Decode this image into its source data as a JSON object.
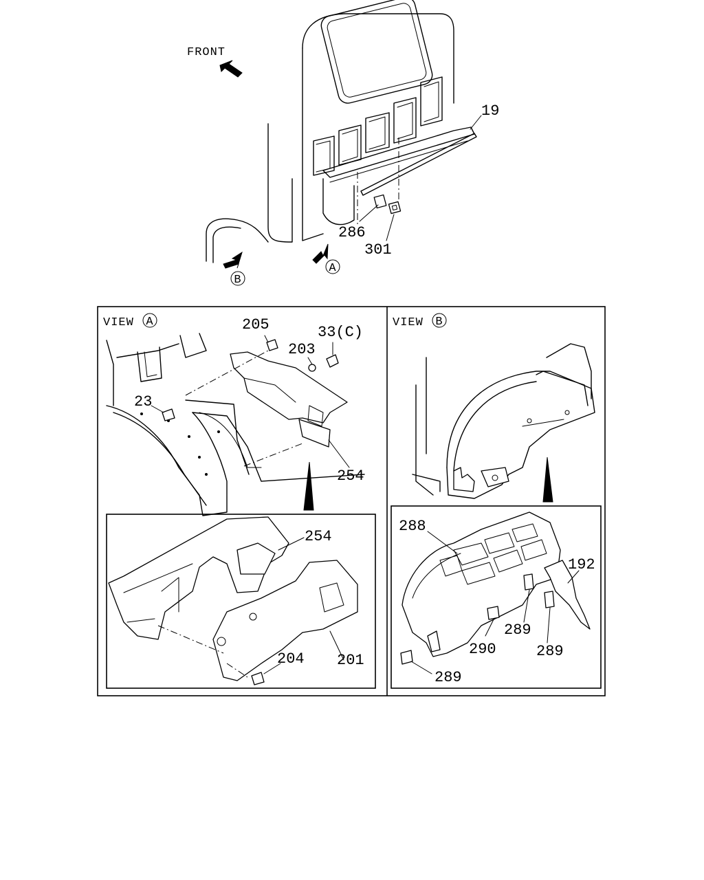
{
  "labels": {
    "front": "FRONT",
    "marker_a": "A",
    "marker_b": "B",
    "view_a_prefix": "VIEW",
    "view_b_prefix": "VIEW"
  },
  "callouts": {
    "c19": "19",
    "c286": "286",
    "c301": "301",
    "c205": "205",
    "c203": "203",
    "c33c": "33(C)",
    "c23": "23",
    "c254a": "254",
    "c254b": "254",
    "c201": "201",
    "c204": "204",
    "c288": "288",
    "c192": "192",
    "c289a": "289",
    "c289b": "289",
    "c289c": "289",
    "c290": "290"
  }
}
